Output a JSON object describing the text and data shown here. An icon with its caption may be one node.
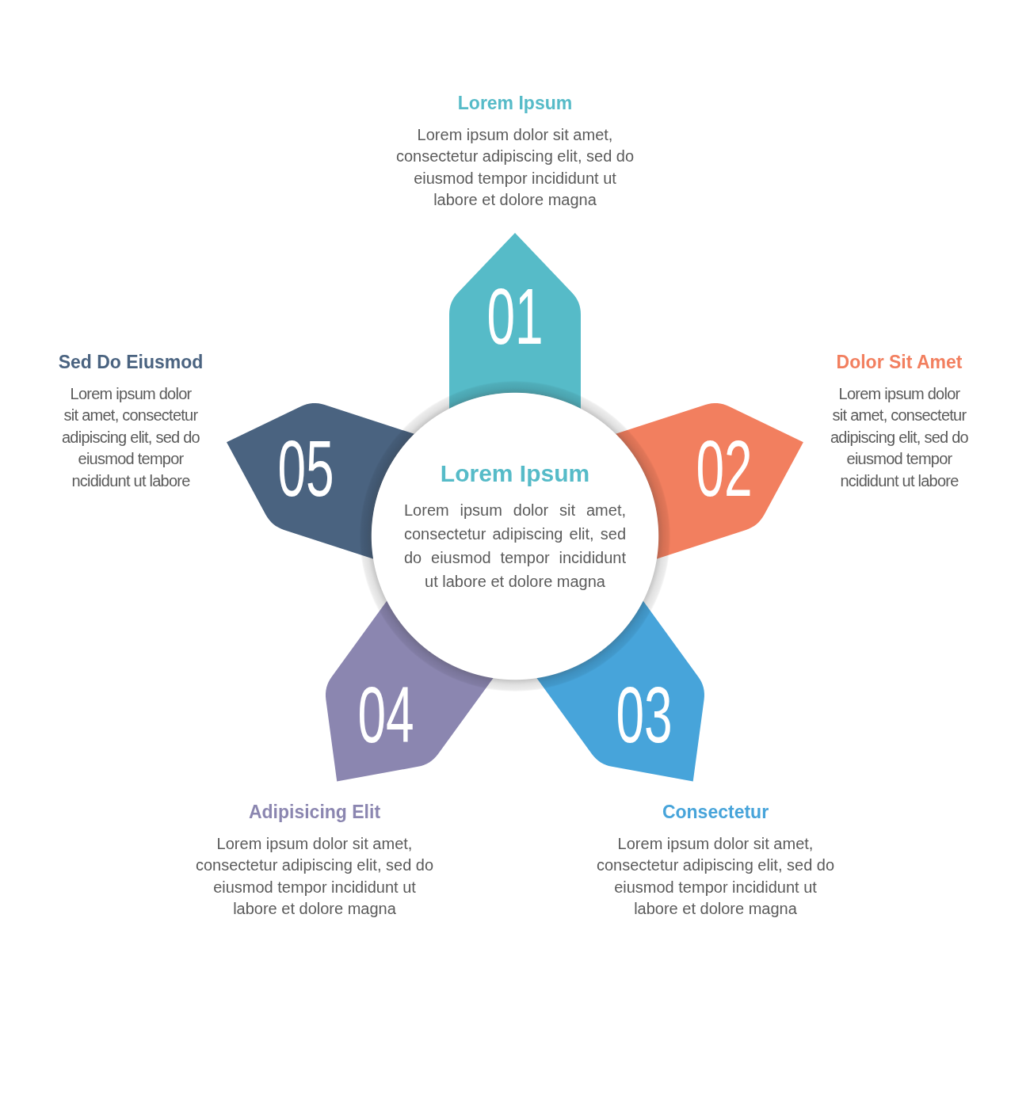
{
  "diagram": {
    "nodes": [
      {
        "text": [
          "Lorem Ipsum",
          "Lorem ipsum dolor sit amet, consectetur adipiscing elit, sed do eiusmod tempor incididunt ut labore et dolore magna"
        ]
      },
      {
        "text": [
          "01"
        ],
        "beside": [
          "Lorem Ipsum",
          "Lorem ipsum dolor sit amet, consectetur adipiscing elit, sed do eiusmod tempor incididunt ut labore et dolore magna"
        ]
      },
      {
        "text": [
          "02"
        ],
        "beside": [
          "Dolor Sit Amet",
          "Lorem ipsum dolor sit amet, consectetur adipiscing elit, sed do eiusmod tempor ncididunt ut labore"
        ]
      },
      {
        "text": [
          "03"
        ],
        "beside": [
          "Consectetur",
          "Lorem ipsum dolor sit amet, consectetur adipiscing elit, sed do eiusmod tempor incididunt ut labore et dolore magna"
        ]
      },
      {
        "text": [
          "04"
        ],
        "beside": [
          "Adipisicing Elit",
          "Lorem ipsum dolor sit amet, consectetur adipiscing elit, sed do eiusmod tempor incididunt ut labore et dolore magna"
        ]
      },
      {
        "text": [
          "05"
        ],
        "beside": [
          "Sed Do Eiusmod",
          "Lorem ipsum dolor sit amet, consectetur adipiscing elit, sed do eiusmod tempor ncididunt ut labore"
        ]
      }
    ]
  }
}
